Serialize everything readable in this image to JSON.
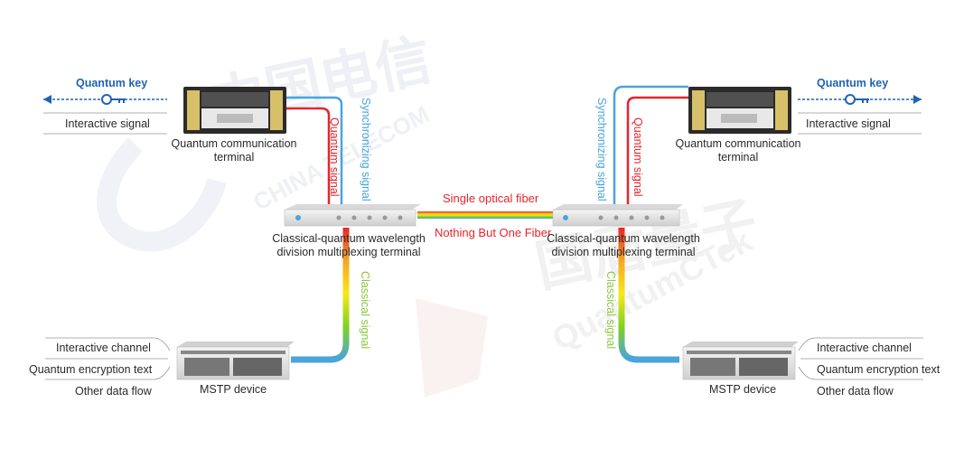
{
  "colors": {
    "blue": "#1f63b3",
    "red": "#e8242b",
    "sync_blue": "#4aa3de",
    "classical_green": "#8cc63e",
    "text": "#2a2a2a"
  },
  "watermarks": {
    "left_logo": "中国电信",
    "left_text": "CHINA TELECOM",
    "right_logo": "国盾量子",
    "right_text": "QuantumCTek"
  },
  "left": {
    "quantum_key": "Quantum key",
    "interactive_signal": "Interactive signal",
    "qct_label": "Quantum communication\nterminal",
    "sync_signal": "Synchronizing signal",
    "quantum_signal": "Quantum signal",
    "wdm_label": "Classical-quantum wavelength\ndivision multiplexing terminal",
    "classical_signal": "Classical signal",
    "channels": [
      "Interactive channel",
      "Quantum encryption text",
      "Other data flow"
    ],
    "mstp_label": "MSTP device"
  },
  "middle": {
    "fiber_top": "Single optical fiber",
    "fiber_bottom": "Nothing But One Fiber"
  },
  "right": {
    "quantum_key": "Quantum key",
    "interactive_signal": "Interactive signal",
    "qct_label": "Quantum communication\nterminal",
    "sync_signal": "Synchronizing signal",
    "quantum_signal": "Quantum signal",
    "wdm_label": "Classical-quantum wavelength\ndivision multiplexing terminal",
    "classical_signal": "Classical signal",
    "channels": [
      "Interactive channel",
      "Quantum encryption text",
      "Other data flow"
    ],
    "mstp_label": "MSTP device"
  }
}
